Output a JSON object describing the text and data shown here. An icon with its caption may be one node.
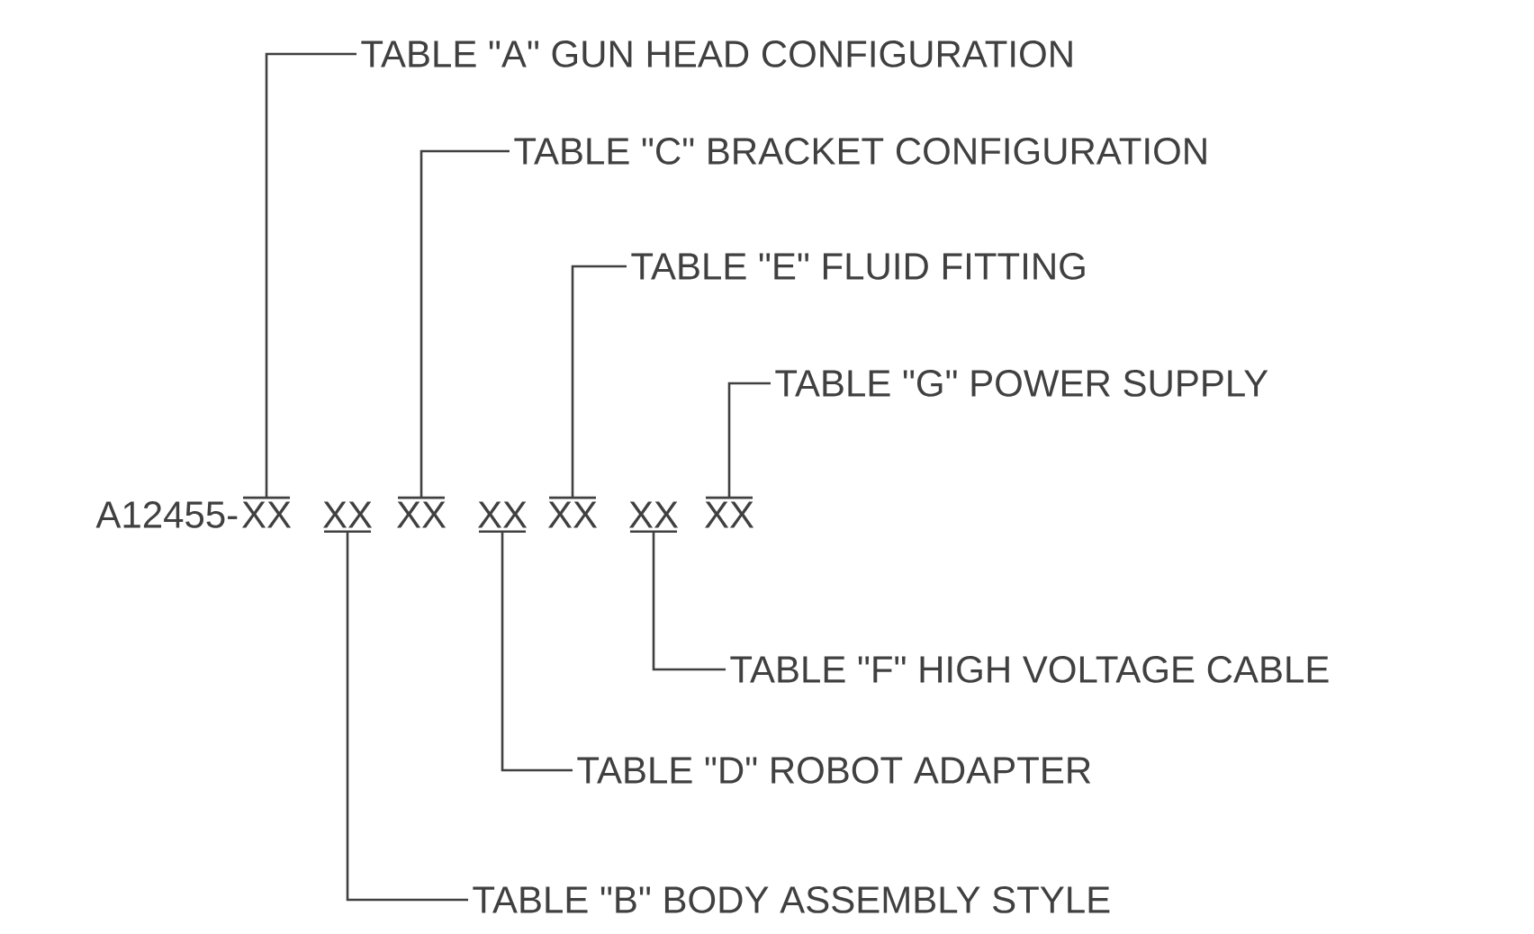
{
  "diagram": {
    "nodes": [
      {
        "text": [
          "XX"
        ]
      },
      {
        "text": [
          "XX"
        ]
      },
      {
        "text": [
          "XX"
        ]
      },
      {
        "text": [
          "XX"
        ]
      },
      {
        "text": [
          "XX"
        ]
      },
      {
        "text": [
          "XX"
        ]
      },
      {
        "text": [
          "XX"
        ]
      },
      {
        "text": [
          "TABLE \"A\" GUN HEAD CONFIGURATION"
        ]
      },
      {
        "text": [
          "TABLE \"C\" BRACKET CONFIGURATION"
        ]
      },
      {
        "text": [
          "TABLE \"E\" FLUID FITTING"
        ]
      },
      {
        "text": [
          "TABLE \"G\" POWER SUPPLY"
        ]
      },
      {
        "text": [
          "TABLE \"F\" HIGH VOLTAGE CABLE"
        ]
      },
      {
        "text": [
          "TABLE \"D\" ROBOT ADAPTER"
        ]
      },
      {
        "text": [
          "TABLE \"B\" BODY ASSEMBLY STYLE"
        ]
      }
    ],
    "edges": [
      {
        "from": 7,
        "to": 0,
        "arrow": "none"
      },
      {
        "from": 8,
        "to": 2,
        "arrow": "none"
      },
      {
        "from": 9,
        "to": 4,
        "arrow": "none"
      },
      {
        "from": 10,
        "to": 6,
        "arrow": "none"
      },
      {
        "from": 11,
        "to": 5,
        "arrow": "none"
      },
      {
        "from": 12,
        "to": 3,
        "arrow": "none"
      },
      {
        "from": 13,
        "to": 1,
        "arrow": "none"
      }
    ],
    "labels": [
      "A12455-"
    ]
  }
}
